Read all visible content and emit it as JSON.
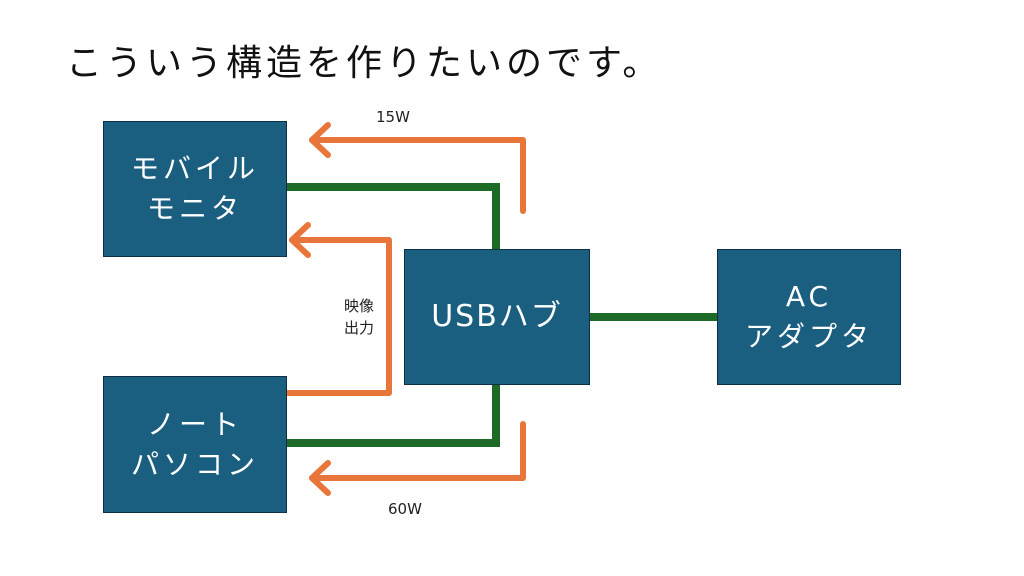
{
  "title": "こういう構造を作りたいのです。",
  "colors": {
    "box_fill": "#1a5e80",
    "data_line": "#1e6b28",
    "power_arrow": "#e8763a"
  },
  "nodes": {
    "monitor": {
      "line1": "モバイル",
      "line2": "モニタ"
    },
    "laptop": {
      "line1": "ノート",
      "line2": "パソコン"
    },
    "hub": {
      "line1": "USBハブ"
    },
    "adapter": {
      "line1": "AC",
      "line2": "アダプタ"
    }
  },
  "labels": {
    "monitor_power": "15W",
    "laptop_power": "60W",
    "video_line1": "映像",
    "video_line2": "出力"
  }
}
